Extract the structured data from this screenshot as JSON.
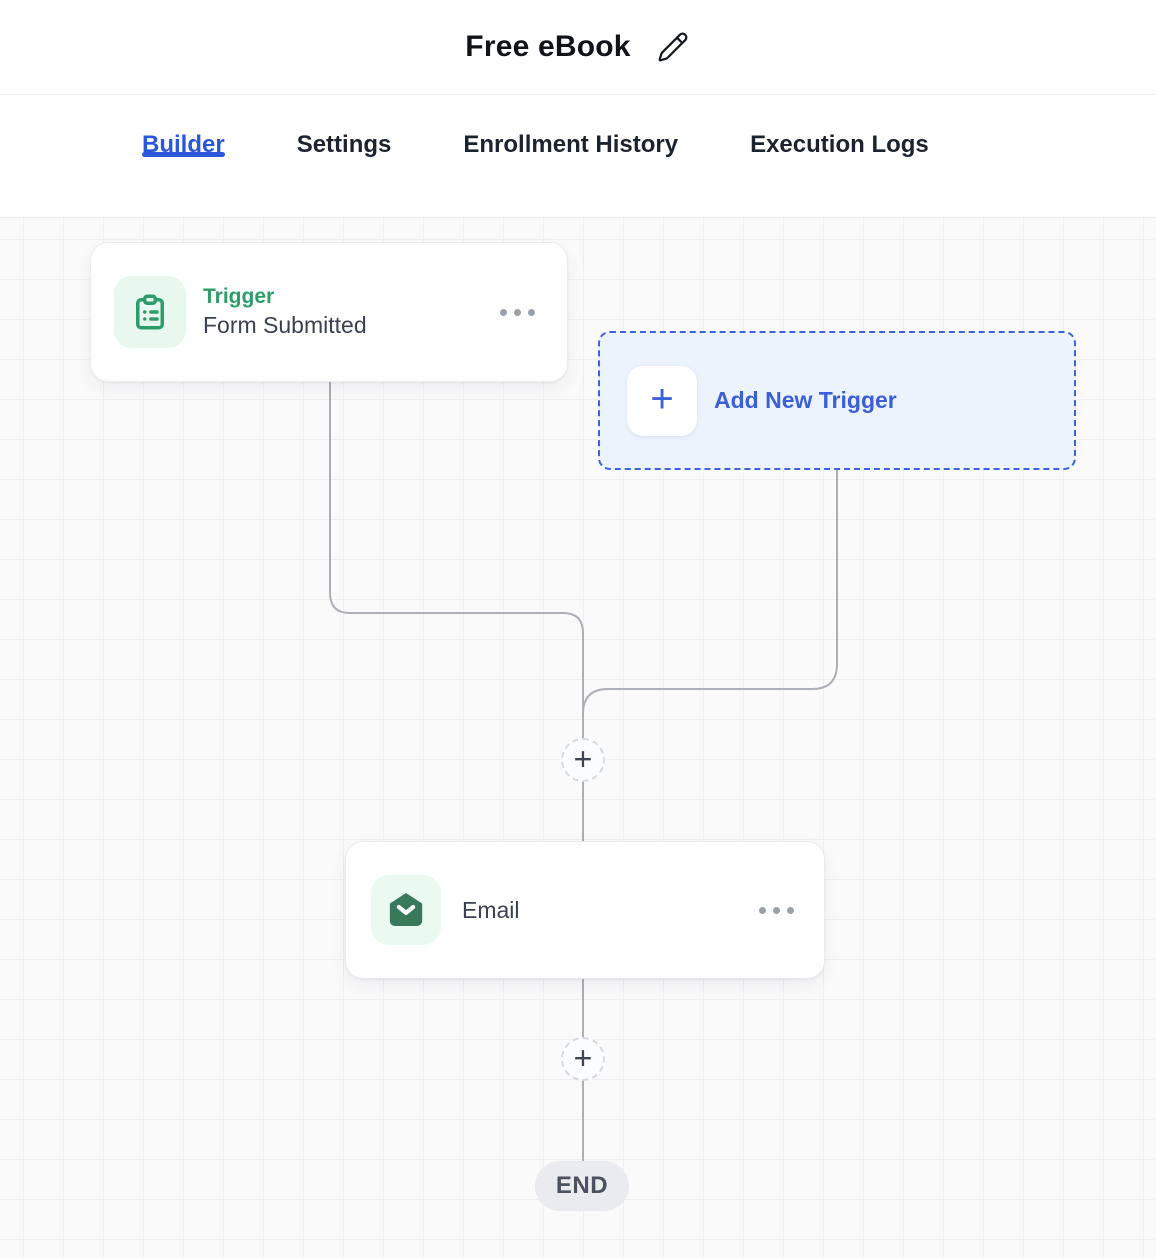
{
  "header": {
    "title": "Free eBook"
  },
  "tabs": {
    "items": [
      {
        "label": "Builder",
        "active": true
      },
      {
        "label": "Settings",
        "active": false
      },
      {
        "label": "Enrollment History",
        "active": false
      },
      {
        "label": "Execution Logs",
        "active": false
      }
    ]
  },
  "canvas": {
    "trigger_card": {
      "category": "Trigger",
      "name": "Form Submitted"
    },
    "add_trigger_button": {
      "label": "Add New Trigger",
      "plus_glyph": "+"
    },
    "email_card": {
      "name": "Email"
    },
    "insert_node": {
      "plus_glyph": "+"
    },
    "end_badge": {
      "label": "END"
    }
  },
  "colors": {
    "tab_active_blue": "#2b57dc",
    "add_trigger_blue": "#3b63d8",
    "add_trigger_bg": "#ecf3fd",
    "trigger_green": "#2e9c68",
    "trigger_tile_bg": "#e8f8ef",
    "email_icon_green": "#38795b",
    "connector_gray": "#acafb5",
    "canvas_bg": "#fafafb",
    "end_pill_bg": "#e9ebee"
  }
}
